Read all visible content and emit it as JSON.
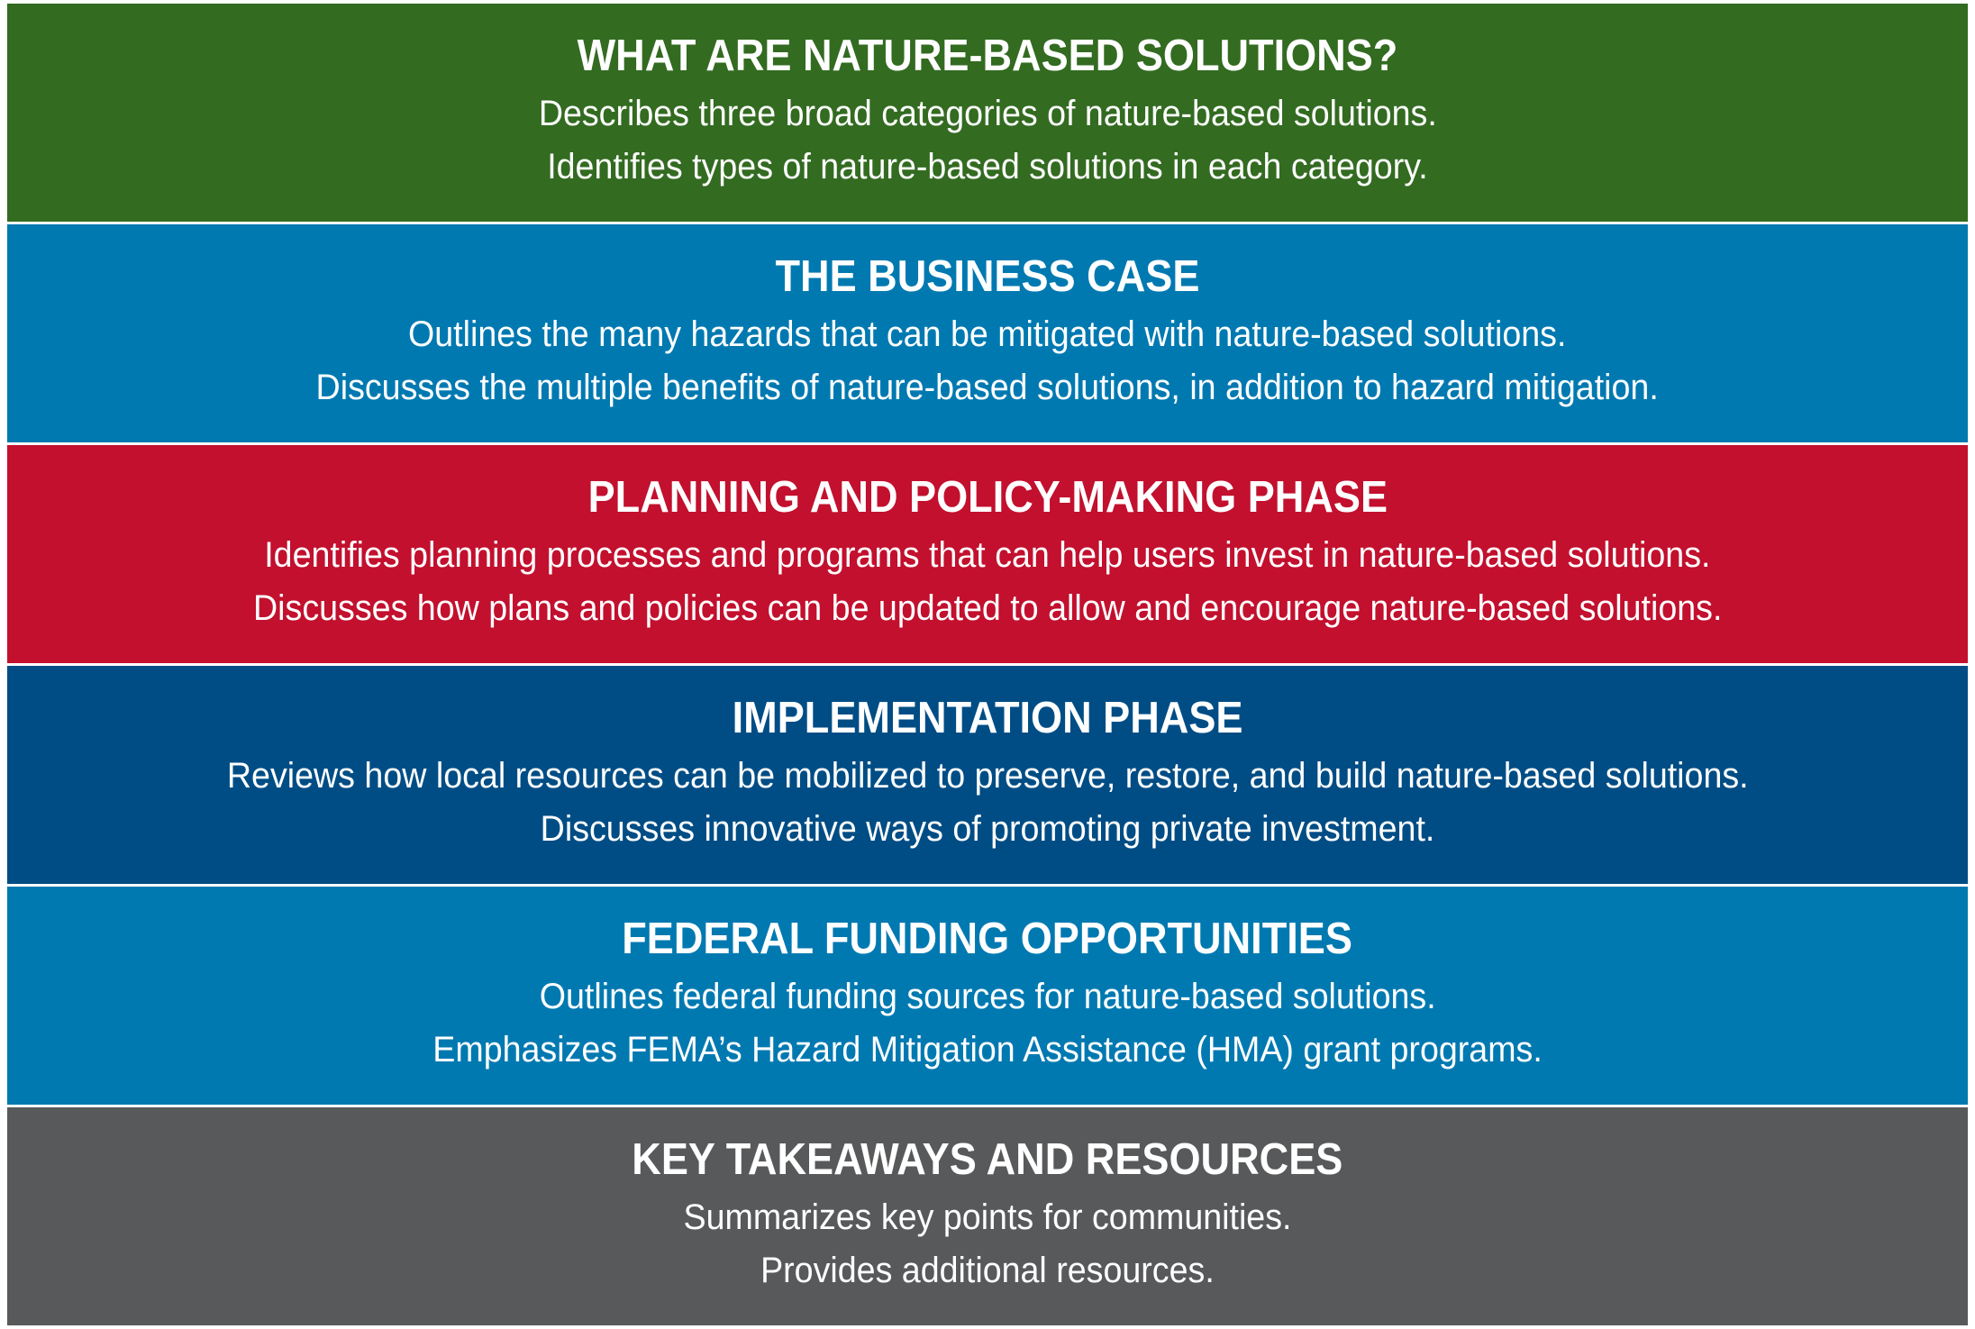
{
  "colors": {
    "green": "#336B21",
    "blue": "#0079B1",
    "red": "#C2102E",
    "navy": "#004D85",
    "gray": "#58595B"
  },
  "sections": [
    {
      "title": "WHAT ARE NATURE-BASED SOLUTIONS?",
      "color": "#336B21",
      "lines": [
        "Describes three broad categories of nature-based solutions.",
        "Identifies types of nature-based solutions in each category."
      ]
    },
    {
      "title": "THE BUSINESS CASE",
      "color": "#0079B1",
      "lines": [
        "Outlines the many hazards that can be mitigated with nature-based solutions.",
        "Discusses the multiple benefits of nature-based solutions, in addition to hazard mitigation."
      ]
    },
    {
      "title": "PLANNING AND POLICY-MAKING PHASE",
      "color": "#C2102E",
      "lines": [
        "Identifies planning processes and programs that can help users invest in nature-based solutions.",
        "Discusses how plans and policies can be updated to allow and encourage nature-based solutions."
      ]
    },
    {
      "title": "IMPLEMENTATION PHASE",
      "color": "#004D85",
      "lines": [
        "Reviews how local resources can be mobilized to preserve, restore, and build nature-based solutions.",
        "Discusses innovative ways of promoting private investment."
      ]
    },
    {
      "title": "FEDERAL FUNDING OPPORTUNITIES",
      "color": "#0079B1",
      "lines": [
        "Outlines federal funding sources for nature-based solutions.",
        "Emphasizes FEMA’s Hazard Mitigation Assistance (HMA) grant programs."
      ]
    },
    {
      "title": "KEY TAKEAWAYS AND RESOURCES",
      "color": "#58595B",
      "lines": [
        "Summarizes key points for communities.",
        "Provides additional resources."
      ]
    }
  ]
}
